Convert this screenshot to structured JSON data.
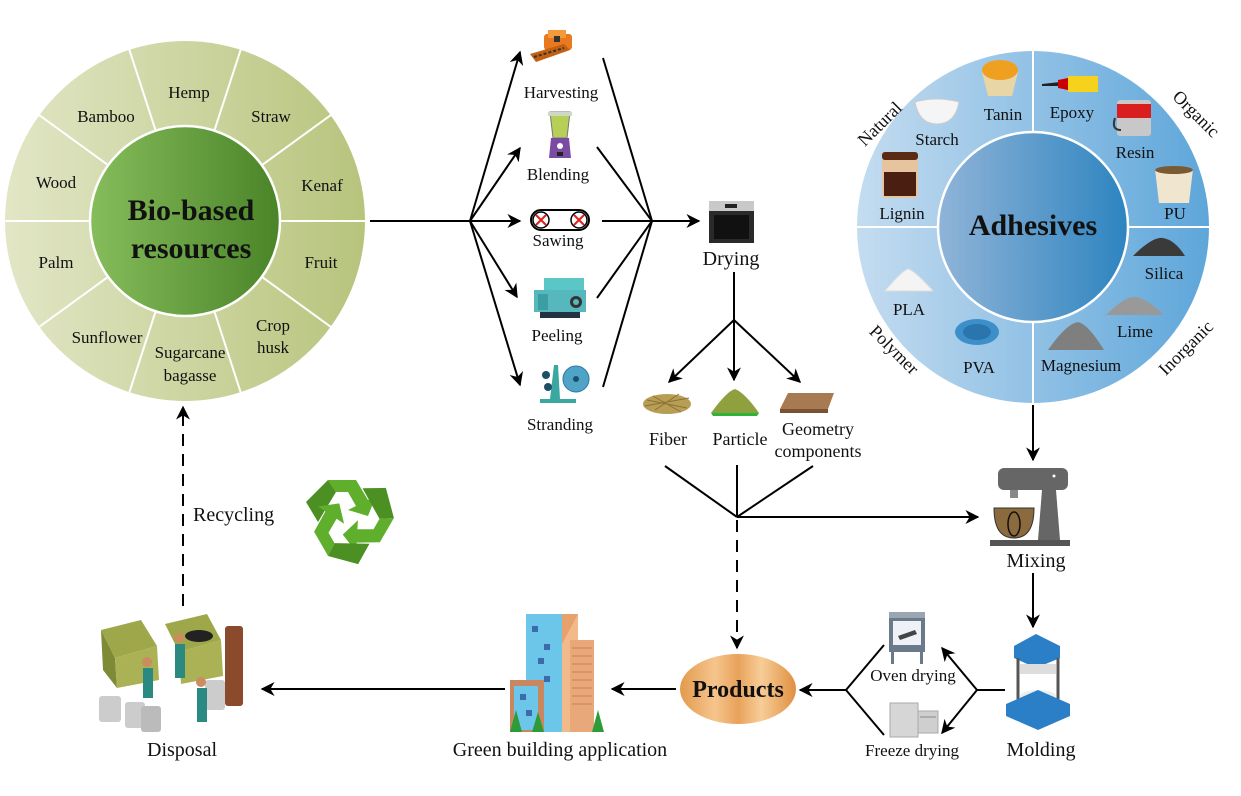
{
  "bio_resources": {
    "title_line1": "Bio-based",
    "title_line2": "resources",
    "segments": [
      "Hemp",
      "Straw",
      "Kenaf",
      "Fruit",
      "Crop husk",
      "Sugarcane bagasse",
      "Sunflower",
      "Palm",
      "Wood",
      "Bamboo"
    ],
    "crop_line1": "Crop",
    "crop_line2": "husk",
    "sugar_line1": "Sugarcane",
    "sugar_line2": "bagasse",
    "inner_color": "#5a9636",
    "outer_color": "#c8d49a"
  },
  "processes": {
    "items": [
      "Harvesting",
      "Blending",
      "Sawing",
      "Peeling",
      "Stranding"
    ]
  },
  "drying": {
    "label": "Drying"
  },
  "outputs": {
    "fiber": "Fiber",
    "particle": "Particle",
    "geometry_line1": "Geometry",
    "geometry_line2": "components"
  },
  "adhesives": {
    "title": "Adhesives",
    "categories": {
      "natural": "Natural",
      "organic": "Organic",
      "inorganic": "Inorganic",
      "polymer": "Polymer"
    },
    "natural_items": [
      "Tanin",
      "Starch",
      "Lignin"
    ],
    "organic_items": [
      "Epoxy",
      "Resin",
      "PU"
    ],
    "inorganic_items": [
      "Silica",
      "Lime",
      "Magnesium"
    ],
    "polymer_items": [
      "PLA",
      "PVA"
    ],
    "inner_color": "#3d8cc4",
    "outer_color": "#a9cdea"
  },
  "mixing": {
    "label": "Mixing"
  },
  "molding": {
    "label": "Molding"
  },
  "drying_methods": {
    "oven": "Oven drying",
    "freeze": "Freeze drying"
  },
  "products": {
    "label": "Products"
  },
  "application": {
    "label": "Green building application"
  },
  "disposal": {
    "label": "Disposal"
  },
  "recycling": {
    "label": "Recycling"
  }
}
